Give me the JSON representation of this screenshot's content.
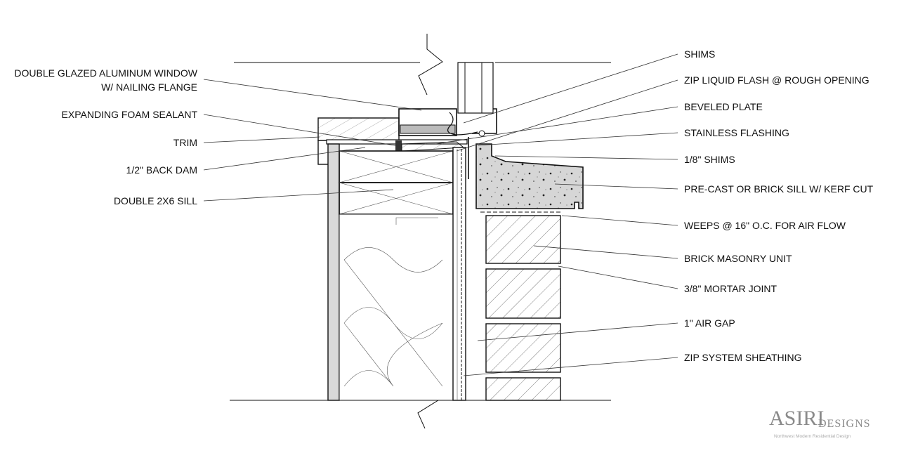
{
  "left_labels": [
    {
      "line1": "DOUBLE GLAZED ALUMINUM WINDOW",
      "line2": "W/ NAILING FLANGE"
    },
    {
      "line1": "EXPANDING FOAM SEALANT"
    },
    {
      "line1": "TRIM"
    },
    {
      "line1": "1/2\" BACK DAM"
    },
    {
      "line1": "DOUBLE 2X6 SILL"
    }
  ],
  "right_labels": [
    "SHIMS",
    "ZIP LIQUID FLASH @ ROUGH OPENING",
    "BEVELED PLATE",
    "STAINLESS FLASHING",
    "1/8\" SHIMS",
    "PRE-CAST OR BRICK SILL W/ KERF CUT",
    "WEEPS @ 16\" O.C. FOR AIR FLOW",
    "BRICK MASONRY UNIT",
    "3/8\" MORTAR JOINT",
    "1\" AIR GAP",
    "ZIP SYSTEM SHEATHING"
  ],
  "logo": {
    "main": "ASIRI",
    "sub": "DESIGNS",
    "tagline": "Northwest Modern Residential Design"
  }
}
